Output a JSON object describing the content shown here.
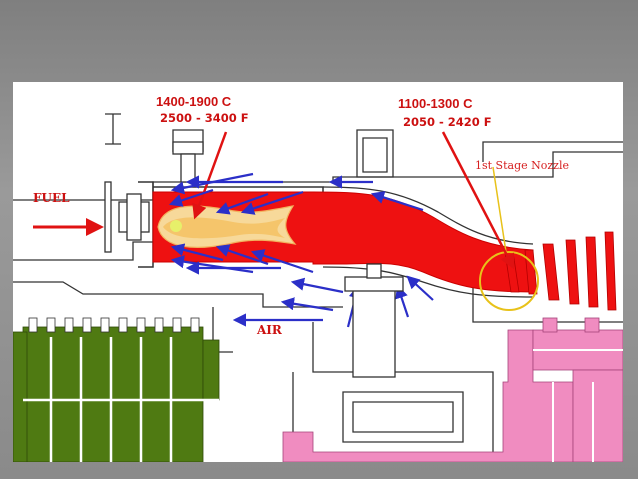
{
  "labels": {
    "combustor_temp_c": "1400-1900 C",
    "combustor_temp_f": "2500 - 3400 F",
    "nozzle_temp_c": "1100-1300 C",
    "nozzle_temp_f": "2050 - 2420 F",
    "fuel": "FUEL",
    "air": "AIR",
    "first_stage_nozzle": "1st Stage Nozzle"
  },
  "colors": {
    "hot_gas": "#ee1111",
    "flame": "#f7d99a",
    "flow_arrows": "#2b2fc8",
    "callout": "#e8c21a",
    "compressor": "#4f7a12",
    "turbine": "#f08cc0",
    "outline": "#333333"
  }
}
